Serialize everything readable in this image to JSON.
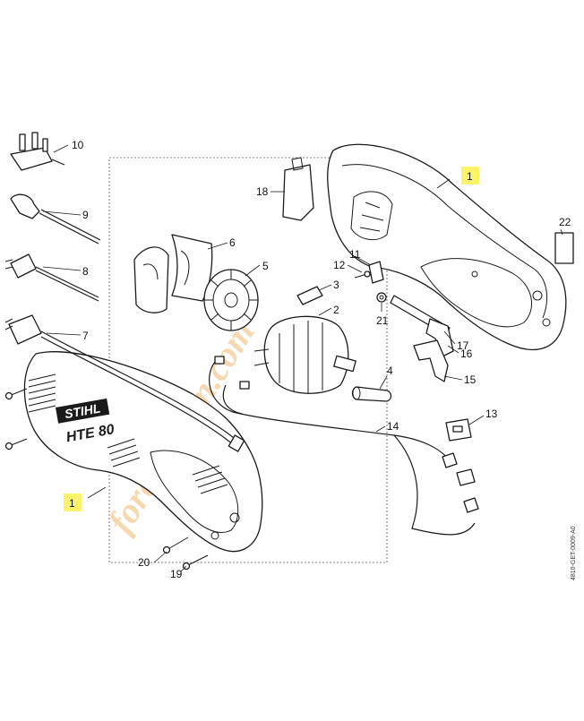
{
  "diagram": {
    "brand_logo": "STIHL",
    "model_logo": "HTE 80",
    "watermark": "forêt-jardin.com",
    "drawing_code": "4810-GET-0009-A0",
    "highlight_color": "#fbf46b",
    "callouts": {
      "p1_right": "1",
      "p1_left": "1",
      "p2": "2",
      "p3": "3",
      "p4": "4",
      "p5": "5",
      "p6": "6",
      "p7": "7",
      "p8": "8",
      "p9": "9",
      "p10": "10",
      "p11": "11",
      "p12": "12",
      "p13": "13",
      "p14": "14",
      "p15": "15",
      "p16": "16",
      "p17": "17",
      "p18": "18",
      "p19": "19",
      "p20": "20",
      "p21": "21",
      "p22": "22"
    }
  }
}
